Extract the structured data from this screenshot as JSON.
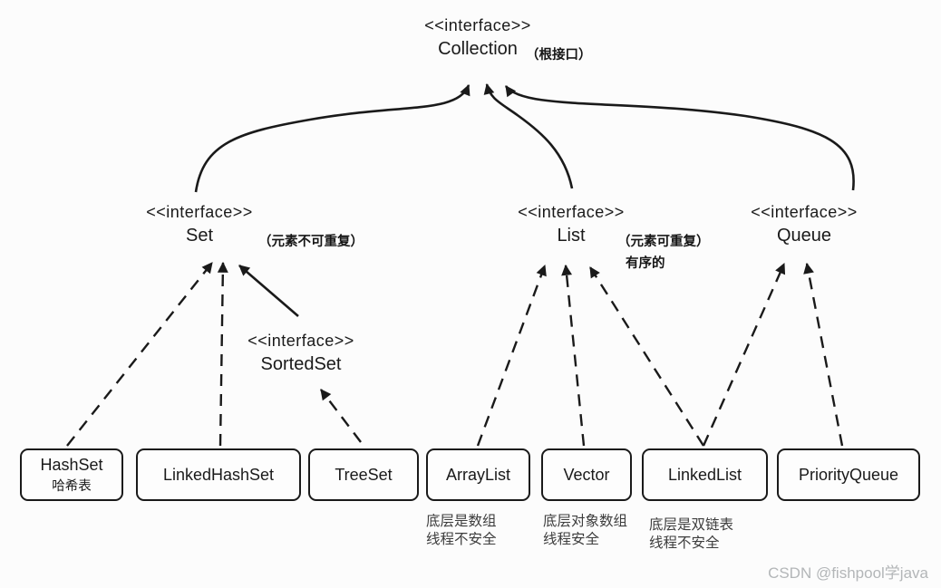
{
  "interfaces": {
    "collection": {
      "stereotype": "<<interface>>",
      "name": "Collection",
      "annotation": "（根接口）"
    },
    "set": {
      "stereotype": "<<interface>>",
      "name": "Set",
      "annotation": "（元素不可重复）"
    },
    "list": {
      "stereotype": "<<interface>>",
      "name": "List",
      "annotation": "（元素可重复）",
      "annotation2": "有序的"
    },
    "queue": {
      "stereotype": "<<interface>>",
      "name": "Queue"
    },
    "sortedset": {
      "stereotype": "<<interface>>",
      "name": "SortedSet"
    }
  },
  "classes": {
    "hashset": {
      "label": "HashSet",
      "sublabel": "哈希表"
    },
    "linkedhashset": {
      "label": "LinkedHashSet"
    },
    "treeset": {
      "label": "TreeSet"
    },
    "arraylist": {
      "label": "ArrayList",
      "note1": "底层是数组",
      "note2": "线程不安全"
    },
    "vector": {
      "label": "Vector",
      "note1": "底层对象数组",
      "note2": "线程安全"
    },
    "linkedlist": {
      "label": "LinkedList",
      "note1": "底层是双链表",
      "note2": "线程不安全"
    },
    "priorityqueue": {
      "label": "PriorityQueue"
    }
  },
  "edges": [
    {
      "from": "Set",
      "to": "Collection",
      "style": "solid"
    },
    {
      "from": "List",
      "to": "Collection",
      "style": "solid"
    },
    {
      "from": "Queue",
      "to": "Collection",
      "style": "solid"
    },
    {
      "from": "SortedSet",
      "to": "Set",
      "style": "solid"
    },
    {
      "from": "HashSet",
      "to": "Set",
      "style": "dashed"
    },
    {
      "from": "LinkedHashSet",
      "to": "Set",
      "style": "dashed"
    },
    {
      "from": "TreeSet",
      "to": "SortedSet",
      "style": "dashed"
    },
    {
      "from": "ArrayList",
      "to": "List",
      "style": "dashed"
    },
    {
      "from": "Vector",
      "to": "List",
      "style": "dashed"
    },
    {
      "from": "LinkedList",
      "to": "List",
      "style": "dashed"
    },
    {
      "from": "LinkedList",
      "to": "Queue",
      "style": "dashed"
    },
    {
      "from": "PriorityQueue",
      "to": "Queue",
      "style": "dashed"
    }
  ],
  "watermark": "CSDN @fishpool学java",
  "colors": {
    "line": "#1a1a1a",
    "text": "#1a1a1a",
    "note_text": "#3d3d3d",
    "watermark": "#b3b6b8",
    "background": "#fcfcfc"
  }
}
